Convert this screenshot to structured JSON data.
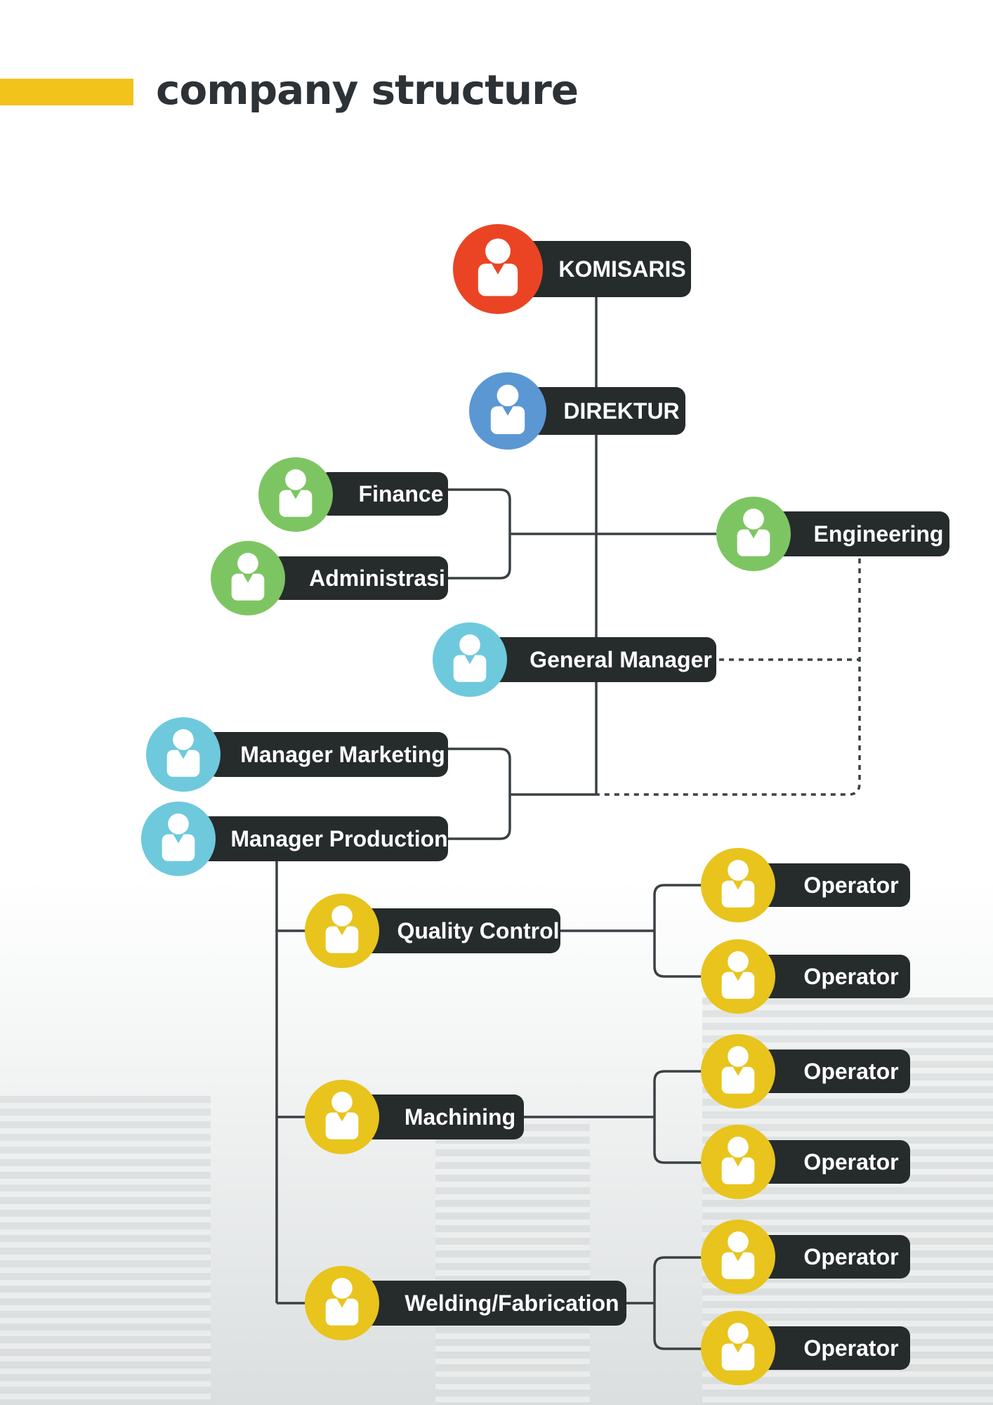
{
  "header": {
    "title": "company structure"
  },
  "colors": {
    "accent": "#f2c31b",
    "pill": "#262b2c",
    "line": "#3a4043",
    "komisaris": "#ea4424",
    "direktur": "#5b97d3",
    "support": "#7dc562",
    "manager": "#6ec9dd",
    "production": "#e8c41d"
  },
  "org": {
    "komisaris": "KOMISARIS",
    "direktur": "DIREKTUR",
    "finance": "Finance",
    "administrasi": "Administrasi",
    "engineering": "Engineering",
    "general_manager": "General Manager",
    "manager_marketing": "Manager Marketing",
    "manager_production": "Manager Production",
    "quality_control": "Quality Control",
    "machining": "Machining",
    "welding": "Welding/Fabrication",
    "operators": [
      "Operator",
      "Operator",
      "Operator",
      "Operator",
      "Operator",
      "Operator"
    ]
  },
  "icons": {
    "person": "person-icon"
  }
}
